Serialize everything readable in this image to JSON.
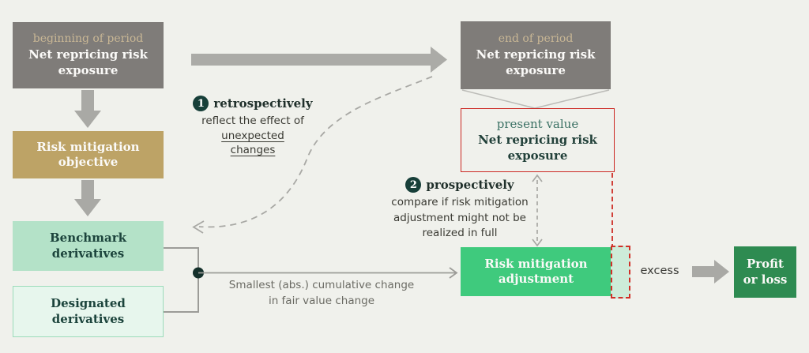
{
  "flow": {
    "beginning_box": {
      "period": "beginning of period",
      "title": "Net repricing risk\nexposure"
    },
    "objective_box": {
      "label": "Risk mitigation\nobjective"
    },
    "benchmark_box": {
      "label": "Benchmark\nderivatives"
    },
    "designated_box": {
      "label": "Designated\nderivatives"
    },
    "end_box": {
      "period": "end of period",
      "title": "Net repricing risk\nexposure"
    },
    "present_value_box": {
      "subtitle": "present value",
      "title": "Net repricing risk\nexposure"
    },
    "adjustment_box": {
      "label": "Risk mitigation\nadjustment"
    },
    "excess_label": "excess",
    "profit_box": {
      "label": "Profit\nor loss"
    }
  },
  "annotations": {
    "step1": {
      "number": "1",
      "keyword": "retrospectively",
      "intro": "reflect the effect of",
      "underline_line1": "unexpected",
      "underline_line2": "changes"
    },
    "step2": {
      "number": "2",
      "keyword": "prospectively",
      "body": "compare if risk mitigation\nadjustment might not be\nrealized in full"
    },
    "smallest_change_note": "Smallest (abs.) cumulative change\nin fair value change"
  },
  "colors": {
    "background": "#f0f1ec",
    "gray_box": "#7f7c79",
    "period_text": "#c9b795",
    "tan_box": "#bda366",
    "mint_box": "#b4e2c8",
    "mint_light_box": "#e7f6ed",
    "mint_border": "#9cdcba",
    "green_box": "#3fca7d",
    "excess_fill": "#cdecd9",
    "dark_green_box": "#2e8b51",
    "dark_teal_text": "#1c443c",
    "teal_text": "#3c7265",
    "red": "#cc2823",
    "arrow_gray": "#a9a9a5",
    "line_gray": "#9c9c98",
    "dashed_gray": "#a8a8a4",
    "dot": "#14302b"
  }
}
